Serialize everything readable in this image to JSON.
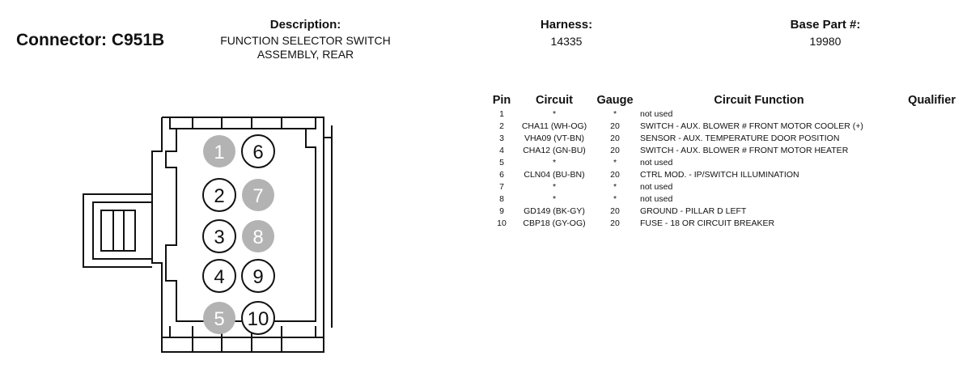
{
  "header": {
    "connector": "Connector: C951B",
    "description_label": "Description:",
    "description_line1": "FUNCTION SELECTOR SWITCH",
    "description_line2": "ASSEMBLY, REAR",
    "harness_label": "Harness:",
    "harness_value": "14335",
    "base_part_label": "Base Part #:",
    "base_part_value": "19980"
  },
  "connector_diagram": {
    "used_color": "#ffffff",
    "unused_color": "#b3b3b3",
    "outline_color": "#111111",
    "pins": [
      {
        "label": "1",
        "used": false
      },
      {
        "label": "6",
        "used": true
      },
      {
        "label": "2",
        "used": true
      },
      {
        "label": "7",
        "used": false
      },
      {
        "label": "3",
        "used": true
      },
      {
        "label": "8",
        "used": false
      },
      {
        "label": "4",
        "used": true
      },
      {
        "label": "9",
        "used": true
      },
      {
        "label": "5",
        "used": false
      },
      {
        "label": "10",
        "used": true
      }
    ]
  },
  "pin_table": {
    "headers": {
      "pin": "Pin",
      "circuit": "Circuit",
      "gauge": "Gauge",
      "function": "Circuit Function",
      "qualifier": "Qualifier"
    },
    "rows": [
      {
        "pin": "1",
        "circuit": "*",
        "gauge": "*",
        "function": "not used",
        "qualifier": ""
      },
      {
        "pin": "2",
        "circuit": "CHA11 (WH-OG)",
        "gauge": "20",
        "function": "SWITCH - AUX. BLOWER # FRONT MOTOR COOLER (+)",
        "qualifier": ""
      },
      {
        "pin": "3",
        "circuit": "VHA09 (VT-BN)",
        "gauge": "20",
        "function": "SENSOR - AUX. TEMPERATURE DOOR POSITION",
        "qualifier": ""
      },
      {
        "pin": "4",
        "circuit": "CHA12 (GN-BU)",
        "gauge": "20",
        "function": "SWITCH - AUX. BLOWER # FRONT MOTOR HEATER",
        "qualifier": ""
      },
      {
        "pin": "5",
        "circuit": "*",
        "gauge": "*",
        "function": "not used",
        "qualifier": ""
      },
      {
        "pin": "6",
        "circuit": "CLN04 (BU-BN)",
        "gauge": "20",
        "function": "CTRL MOD. - IP/SWITCH ILLUMINATION",
        "qualifier": ""
      },
      {
        "pin": "7",
        "circuit": "*",
        "gauge": "*",
        "function": "not used",
        "qualifier": ""
      },
      {
        "pin": "8",
        "circuit": "*",
        "gauge": "*",
        "function": "not used",
        "qualifier": ""
      },
      {
        "pin": "9",
        "circuit": "GD149 (BK-GY)",
        "gauge": "20",
        "function": "GROUND - PILLAR D LEFT",
        "qualifier": ""
      },
      {
        "pin": "10",
        "circuit": "CBP18 (GY-OG)",
        "gauge": "20",
        "function": "FUSE - 18 OR CIRCUIT BREAKER",
        "qualifier": ""
      }
    ]
  }
}
